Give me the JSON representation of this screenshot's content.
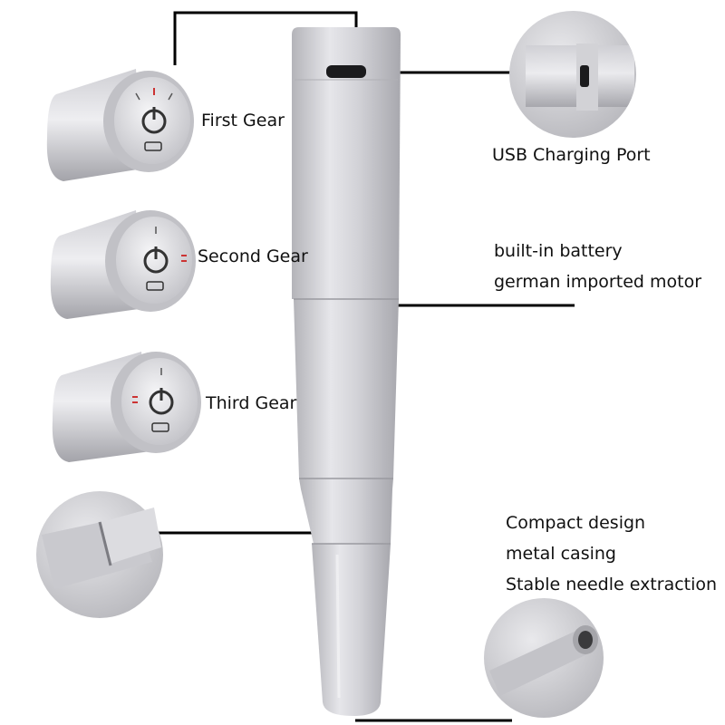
{
  "labels": {
    "first_gear": "First Gear",
    "second_gear": "Second Gear",
    "third_gear": "Third Gear",
    "usb_port": "USB Charging Port",
    "battery_line1": "built-in battery",
    "battery_line2": "german imported motor",
    "design_line1": "Compact design",
    "design_line2": "metal casing",
    "design_line3": "Stable needle extraction"
  },
  "icons": {
    "gear_power": "power-icon",
    "battery": "battery-icon"
  },
  "colors": {
    "background": "#ffffff",
    "text": "#111111",
    "leader_line": "#000000",
    "metal_light": "#d9d9dd",
    "metal_dark": "#a9a9ae",
    "gear_indicator": "#cc3333"
  }
}
